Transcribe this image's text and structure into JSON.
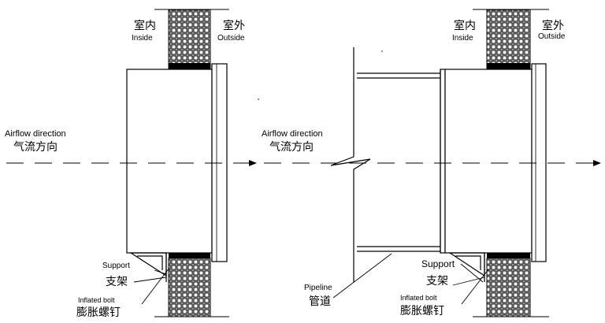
{
  "left": {
    "inside_cn": "室内",
    "inside_en": "Inside",
    "outside_cn": "室外",
    "outside_en": "Outside",
    "airflow_en": "Airflow direction",
    "airflow_cn": "气流方向",
    "support_en": "Support",
    "support_cn": "支架",
    "bolt_en": "Inflated  bolt",
    "bolt_cn": "膨胀螺钉"
  },
  "right": {
    "inside_cn": "室内",
    "inside_en": "Inside",
    "outside_cn": "室外",
    "outside_en": "Outside",
    "airflow_en": "Airflow direction",
    "airflow_cn": "气流方向",
    "pipeline_en": "Pipeline",
    "pipeline_cn": "管道",
    "support_en": "Support",
    "support_cn": "支架",
    "bolt_en": "Inflated  bolt",
    "bolt_cn": "膨胀螺钉"
  }
}
